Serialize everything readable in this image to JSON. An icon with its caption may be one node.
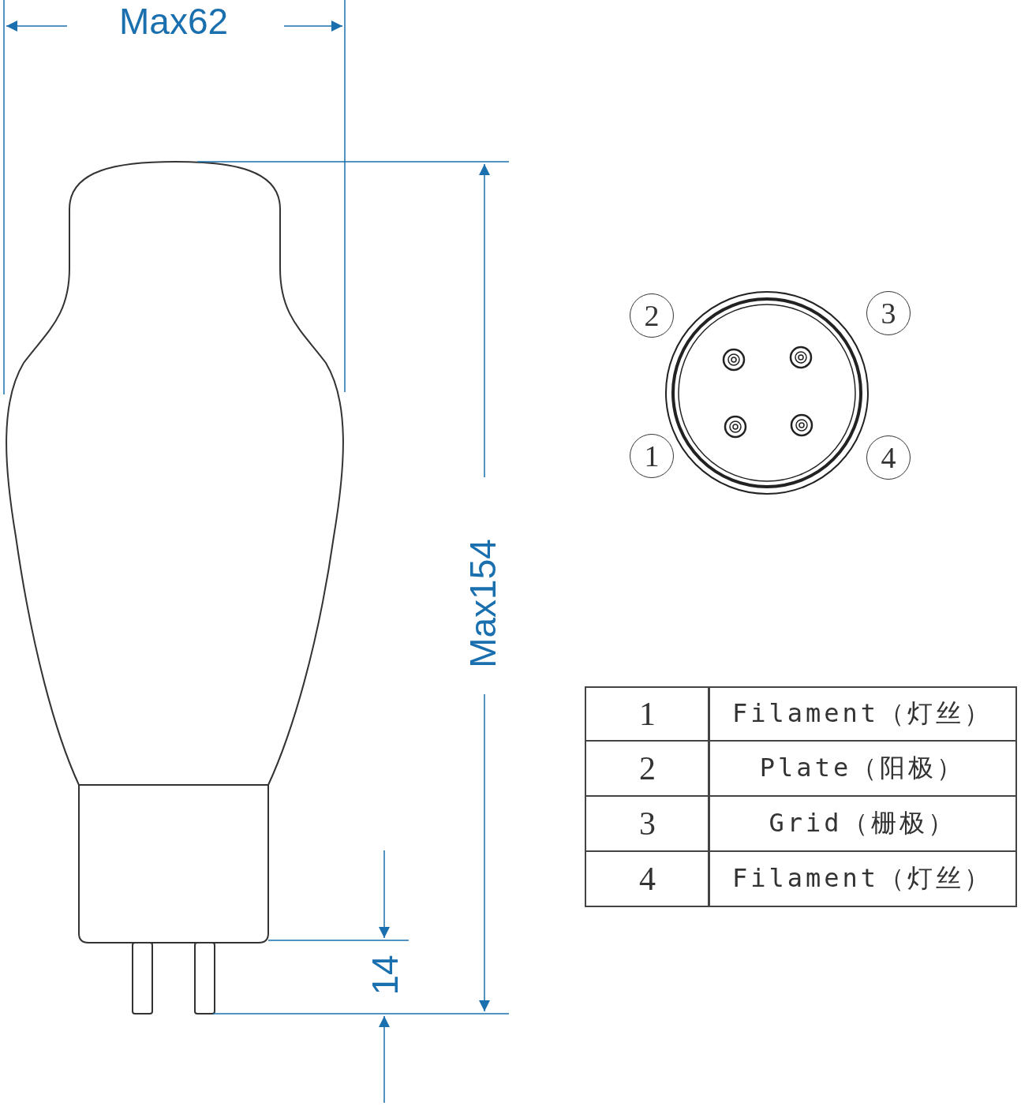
{
  "diagram": {
    "nodes": [
      {
        "text": [
          "2"
        ]
      },
      {
        "text": [
          "3"
        ]
      },
      {
        "text": [
          "1"
        ]
      },
      {
        "text": [
          "4"
        ]
      }
    ],
    "labels": [
      "Max62",
      "Max154",
      "14",
      "1",
      "Filament（灯丝）",
      "2",
      "Plate（阳极）",
      "3",
      "Grid（栅极）",
      "4",
      "Filament（灯丝）"
    ]
  }
}
